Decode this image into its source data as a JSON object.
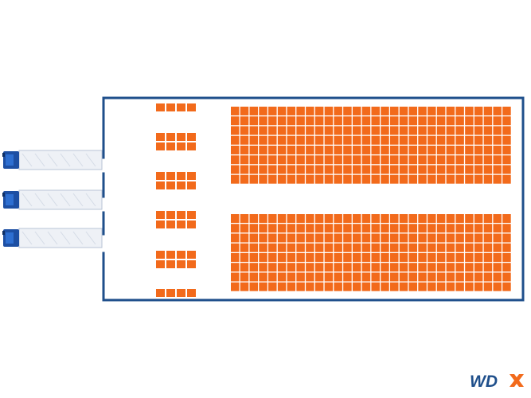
{
  "diagram": {
    "type": "warehouse-floor-layout",
    "colors": {
      "wall": "#1f4f8b",
      "pallet": "#f26a1b",
      "pallet_gap": "#ffffff",
      "trailer_body": "#eef1f6",
      "trailer_outline": "#b8c4d6",
      "truck_cab": "#1d4fa3",
      "background": "#ffffff"
    },
    "docks": {
      "count": 3,
      "icons": [
        "truck-icon",
        "truck-icon",
        "truck-icon"
      ]
    },
    "staging_area": {
      "groups": 6,
      "columns_per_group": 4,
      "rows_per_group": [
        1,
        2,
        2,
        2,
        2,
        1
      ]
    },
    "storage_blocks": [
      {
        "name": "upper-storage-block",
        "columns": 30,
        "rows": 8
      },
      {
        "name": "lower-storage-block",
        "columns": 30,
        "rows": 8
      }
    ]
  },
  "brand": {
    "logo_text": "WDX",
    "logo_icon": "wdx-logo-icon",
    "colors": {
      "primary": "#1f4f8b",
      "accent": "#f26a1b"
    }
  }
}
